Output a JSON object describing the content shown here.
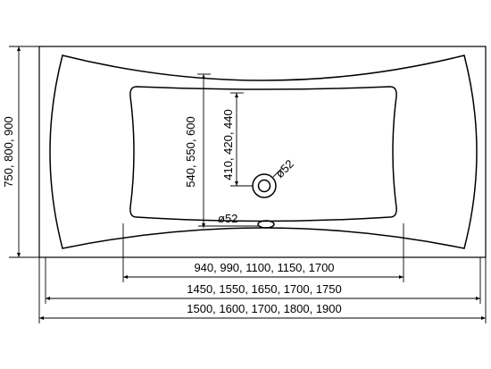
{
  "dimensions": {
    "overall_length": "1500, 1600, 1700, 1800, 1900",
    "rim_length": "1450, 1550, 1650, 1700, 1750",
    "inner_length": "940, 990, 1100, 1150, 1700",
    "overall_width": "750, 800, 900",
    "inner_width": "540, 550, 600",
    "drain_offset": "410, 420, 440",
    "drain_diameter": "ø52",
    "overflow_diameter": "ø52"
  }
}
